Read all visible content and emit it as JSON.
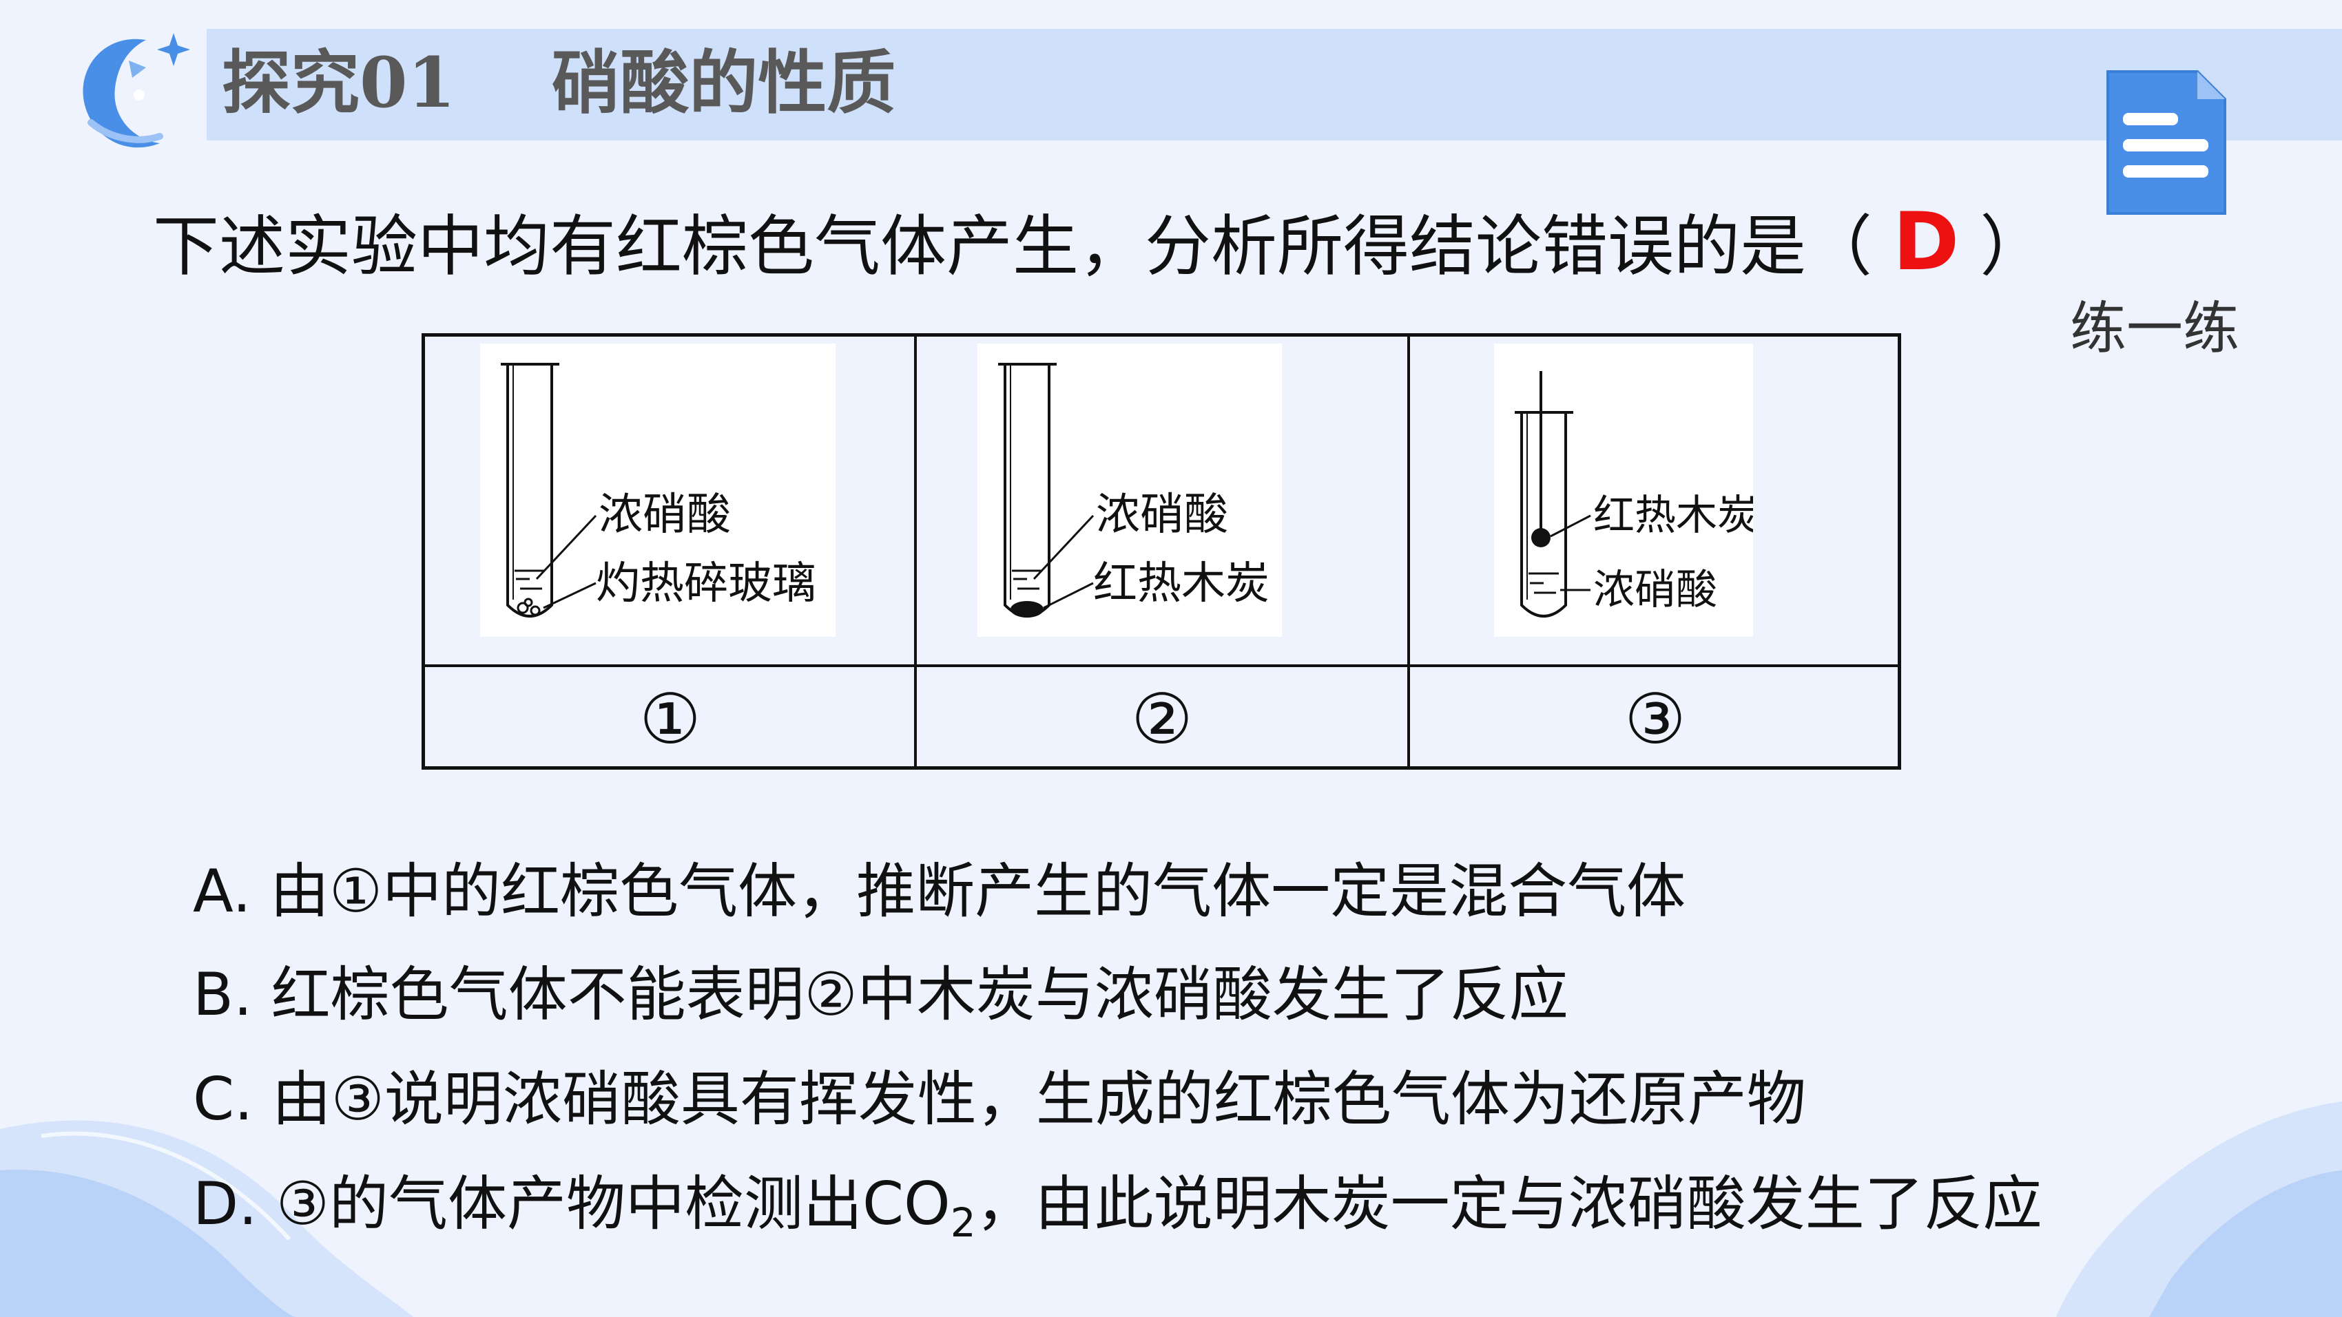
{
  "header": {
    "title": "探究01",
    "subtitle": "硝酸的性质"
  },
  "practice_label": "练一练",
  "question": {
    "text": "下述实验中均有红棕色气体产生，分析所得结论错误的是（",
    "answer": "D",
    "close": "）"
  },
  "figures": [
    {
      "number": "①",
      "label_top": "浓硝酸",
      "label_bottom": "灼热碎玻璃"
    },
    {
      "number": "②",
      "label_top": "浓硝酸",
      "label_bottom": "红热木炭"
    },
    {
      "number": "③",
      "label_top": "红热木炭",
      "label_bottom": "浓硝酸"
    }
  ],
  "options": {
    "a": "A. 由①中的红棕色气体，推断产生的气体一定是混合气体",
    "b": "B. 红棕色气体不能表明②中木炭与浓硝酸发生了反应",
    "c": "C. 由③说明浓硝酸具有挥发性，生成的红棕色气体为还原产物",
    "d_prefix": "D. ③的气体产物中检测出CO",
    "d_sub": "2",
    "d_suffix": "，由此说明木炭一定与浓硝酸发生了反应"
  },
  "colors": {
    "background": "#eef3fd",
    "header_bar": "#cfe0fb",
    "answer": "#ee1111",
    "accent_blue": "#4a8fe7"
  }
}
